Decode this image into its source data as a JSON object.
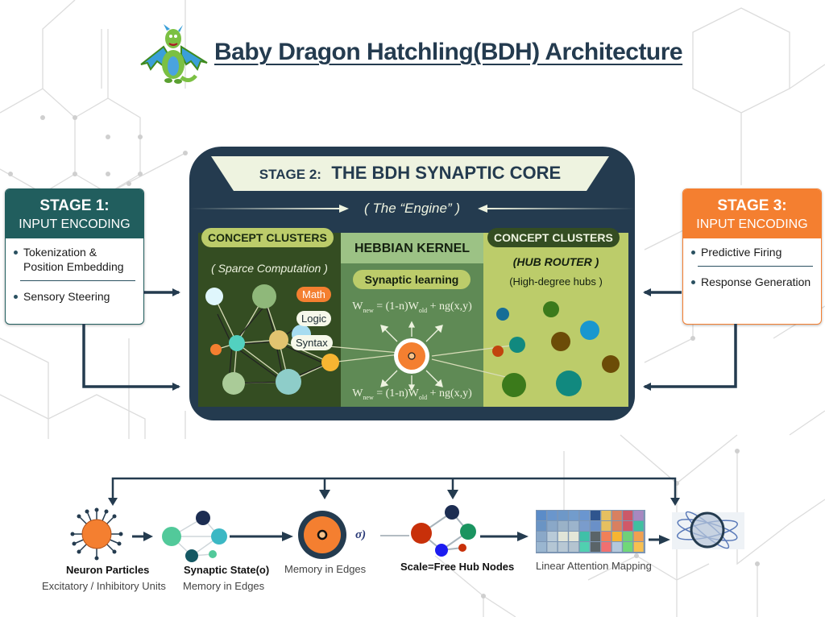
{
  "title": "Baby Dragon Hatchling(BDH) Architecture",
  "logo_icon": "dragon-mascot-icon",
  "stage1": {
    "heading": "STAGE 1:",
    "subheading": "INPUT ENCODING",
    "items": [
      "Tokenization & Position Embedding",
      "Sensory Steering"
    ],
    "color": "#215e5e"
  },
  "stage2": {
    "heading_prefix": "STAGE 2:",
    "heading": "THE BDH SYNAPTIC CORE",
    "tagline": "( The “Engine” )",
    "left_panel": {
      "tag": "CONCEPT CLUSTERS",
      "subtitle": "( Sparce Computation )",
      "chips": [
        "Math",
        "Logic",
        "Syntax"
      ]
    },
    "center_panel": {
      "title": "HEBBIAN KERNEL",
      "pill": "Synaptic learning",
      "formula_top": "W_new = (1-n)W_old + ng(x,y)",
      "formula_bottom": "W_new = (1-n)W_old + ng(x,y)"
    },
    "right_panel": {
      "tag": "CONCEPT CLUSTERS",
      "subtitle": "(HUB ROUTER )",
      "caption": "(High-degree hubs )"
    }
  },
  "stage3": {
    "heading": "STAGE 3:",
    "subheading": "INPUT ENCODING",
    "items": [
      "Predictive Firing",
      "Response Generation"
    ],
    "color": "#f47f30"
  },
  "pipeline": [
    {
      "title": "Neuron Particles",
      "subtitle": "Excitatory / Inhibitory Units",
      "icon": "neuron-particle-icon"
    },
    {
      "title": "Synaptic State(o)",
      "subtitle": "Memory in Edges",
      "icon": "synaptic-graph-icon"
    },
    {
      "title": "",
      "subtitle": "Memory in Edges",
      "icon": "memory-ring-icon",
      "annotation": "σ)"
    },
    {
      "title": "Scale=Free Hub Nodes",
      "subtitle": "",
      "icon": "hub-graph-icon"
    },
    {
      "title": "",
      "subtitle": "Linear Attention Mapping",
      "icon": "attention-grid-icon"
    },
    {
      "title": "",
      "subtitle": "",
      "icon": "orbit-atom-icon"
    }
  ],
  "colors": {
    "navy": "#243b4f",
    "dark_green": "#344d22",
    "mid_green": "#5f8a55",
    "light_green": "#bccc6a",
    "orange": "#f47f30",
    "teal": "#215e5e"
  }
}
